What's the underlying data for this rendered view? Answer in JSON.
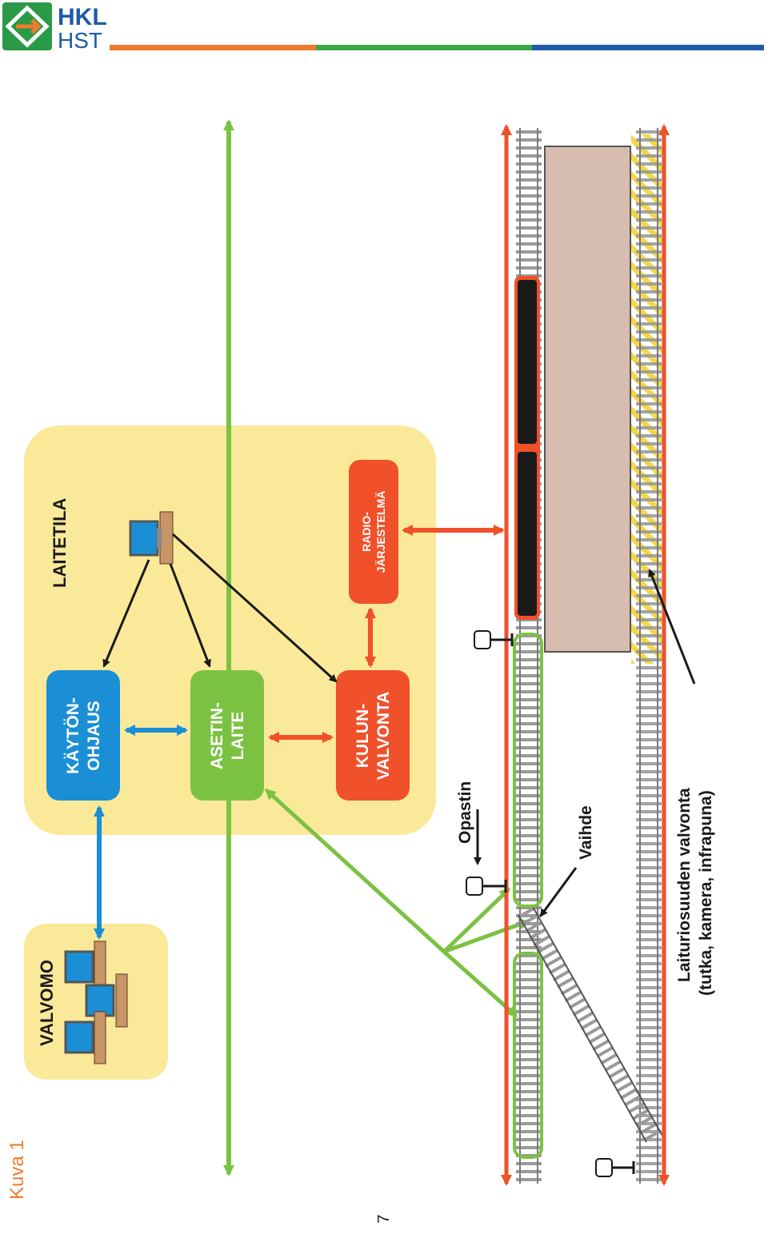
{
  "header": {
    "logo_line1": "HKL",
    "logo_line2": "HST",
    "stripe_colors": [
      "#f07b2e",
      "#3aa845",
      "#1f5aa8"
    ]
  },
  "figure_caption": "Kuva 1",
  "page_number": "7",
  "rooms": {
    "valvomo": "VALVOMO",
    "laitetila": "LAITETILA"
  },
  "systems": {
    "kaytonohjaus": [
      "KÄYTÖN-",
      "OHJAUS"
    ],
    "asetinlaite": [
      "ASETIN-",
      "LAITE"
    ],
    "kulunvalvonta": [
      "KULUN-",
      "VALVONTA"
    ],
    "radiojarjestelma": [
      "RADIO-",
      "JÄRJESTELMÄ"
    ]
  },
  "track_labels": {
    "opastin": "Opastin",
    "vaihde": "Vaihde",
    "laituri_line1": "Laituriosuuden valvonta",
    "laituri_line2": "(tutka, kamera, infrapuna)"
  },
  "colors": {
    "blue": "#1a8fd6",
    "green": "#7cc242",
    "red": "#f0502a",
    "yellow_room": "#fbe99a",
    "platform": "#d7bcb0",
    "caption_orange": "#f07b2e"
  },
  "icons": [
    "workstation-icon",
    "signal-icon",
    "train-icon",
    "logo-icon"
  ]
}
